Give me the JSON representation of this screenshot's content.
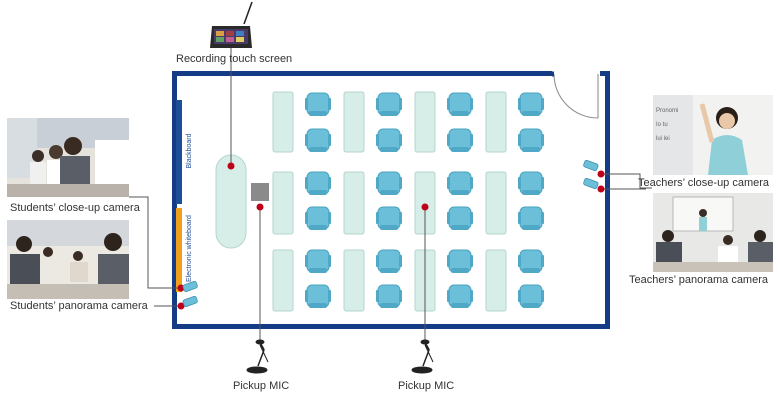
{
  "labels": {
    "recording_touch_screen": "Recording touch screen",
    "students_closeup_camera": "Students’ close-up camera",
    "students_panorama_camera": "Students’ panorama camera",
    "teachers_closeup_camera": "Teachers’ close-up camera",
    "teachers_panorama_camera": "Teachers’ panorama camera",
    "pickup_mic_1": "Pickup MIC",
    "pickup_mic_2": "Pickup MIC",
    "blackboard": "Blackboard",
    "electronic_whiteboard": "Electronic whiteboard"
  },
  "colors": {
    "wall": "#143c86",
    "blackboard": "#1f4e99",
    "whiteboard": "#f0a01c",
    "desk": "#d7ede8",
    "desk_stroke": "#b5d5cf",
    "chair": "#6cbfd8",
    "mic_box": "#8a8a8a",
    "marker": "#c00018",
    "leader_line": "#555555"
  },
  "icons": {
    "touch_screen": "tablet-icon",
    "camera": "security-camera-icon",
    "microphone": "microphone-stand-icon",
    "door": "door-swing-icon"
  }
}
